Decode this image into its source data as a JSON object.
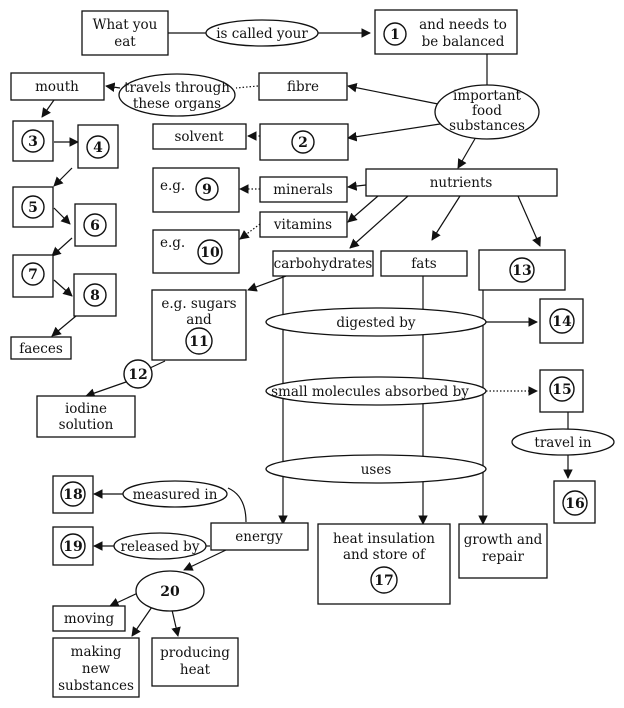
{
  "diagram": {
    "what_you_eat": [
      "What you",
      "eat"
    ],
    "is_called_your": "is called your",
    "and_needs": [
      "and needs to",
      "be balanced"
    ],
    "important_food": [
      "important",
      "food",
      "substances"
    ],
    "fibre": "fibre",
    "travels_through": [
      "travels through",
      "these organs"
    ],
    "mouth": "mouth",
    "solvent": "solvent",
    "nutrients": "nutrients",
    "minerals": "minerals",
    "vitamins": "vitamins",
    "eg": "e.g.",
    "carbohydrates": "carbohydrates",
    "fats": "fats",
    "eg_sugars": [
      "e.g. sugars",
      "and"
    ],
    "faeces": "faeces",
    "iodine": [
      "iodine",
      "solution"
    ],
    "digested_by": "digested by",
    "absorbed_by": "small molecules absorbed by",
    "travel_in": "travel in",
    "uses": "uses",
    "measured_in": "measured in",
    "released_by": "released by",
    "energy": "energy",
    "heat_insulation": [
      "heat insulation",
      "and store of"
    ],
    "growth": [
      "growth and",
      "repair"
    ],
    "moving": "moving",
    "making": [
      "making",
      "new",
      "substances"
    ],
    "producing": [
      "producing",
      "heat"
    ],
    "numbers": {
      "n1": "1",
      "n2": "2",
      "n3": "3",
      "n4": "4",
      "n5": "5",
      "n6": "6",
      "n7": "7",
      "n8": "8",
      "n9": "9",
      "n10": "10",
      "n11": "11",
      "n12": "12",
      "n13": "13",
      "n14": "14",
      "n15": "15",
      "n16": "16",
      "n17": "17",
      "n18": "18",
      "n19": "19",
      "n20": "20"
    }
  }
}
